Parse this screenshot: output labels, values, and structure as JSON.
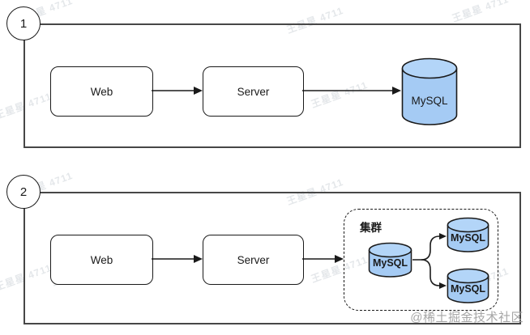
{
  "diagram": {
    "sections": [
      {
        "badge": "1",
        "web_label": "Web",
        "server_label": "Server",
        "db_label": "MySQL"
      },
      {
        "badge": "2",
        "web_label": "Web",
        "server_label": "Server",
        "cluster": {
          "label": "集群",
          "primary_db": "MySQL",
          "replica_dbs": [
            "MySQL",
            "MySQL"
          ]
        }
      }
    ]
  },
  "watermark": {
    "tile_text": "王星星 4711",
    "credit": "@稀土掘金技术社区"
  },
  "colors": {
    "cylinder_body": "#a5cbf4",
    "cylinder_top": "#b3d5f8",
    "shape_stroke": "#1a1a1a",
    "frame_stroke": "#474747",
    "credit_gray": "#a6a6a6"
  }
}
